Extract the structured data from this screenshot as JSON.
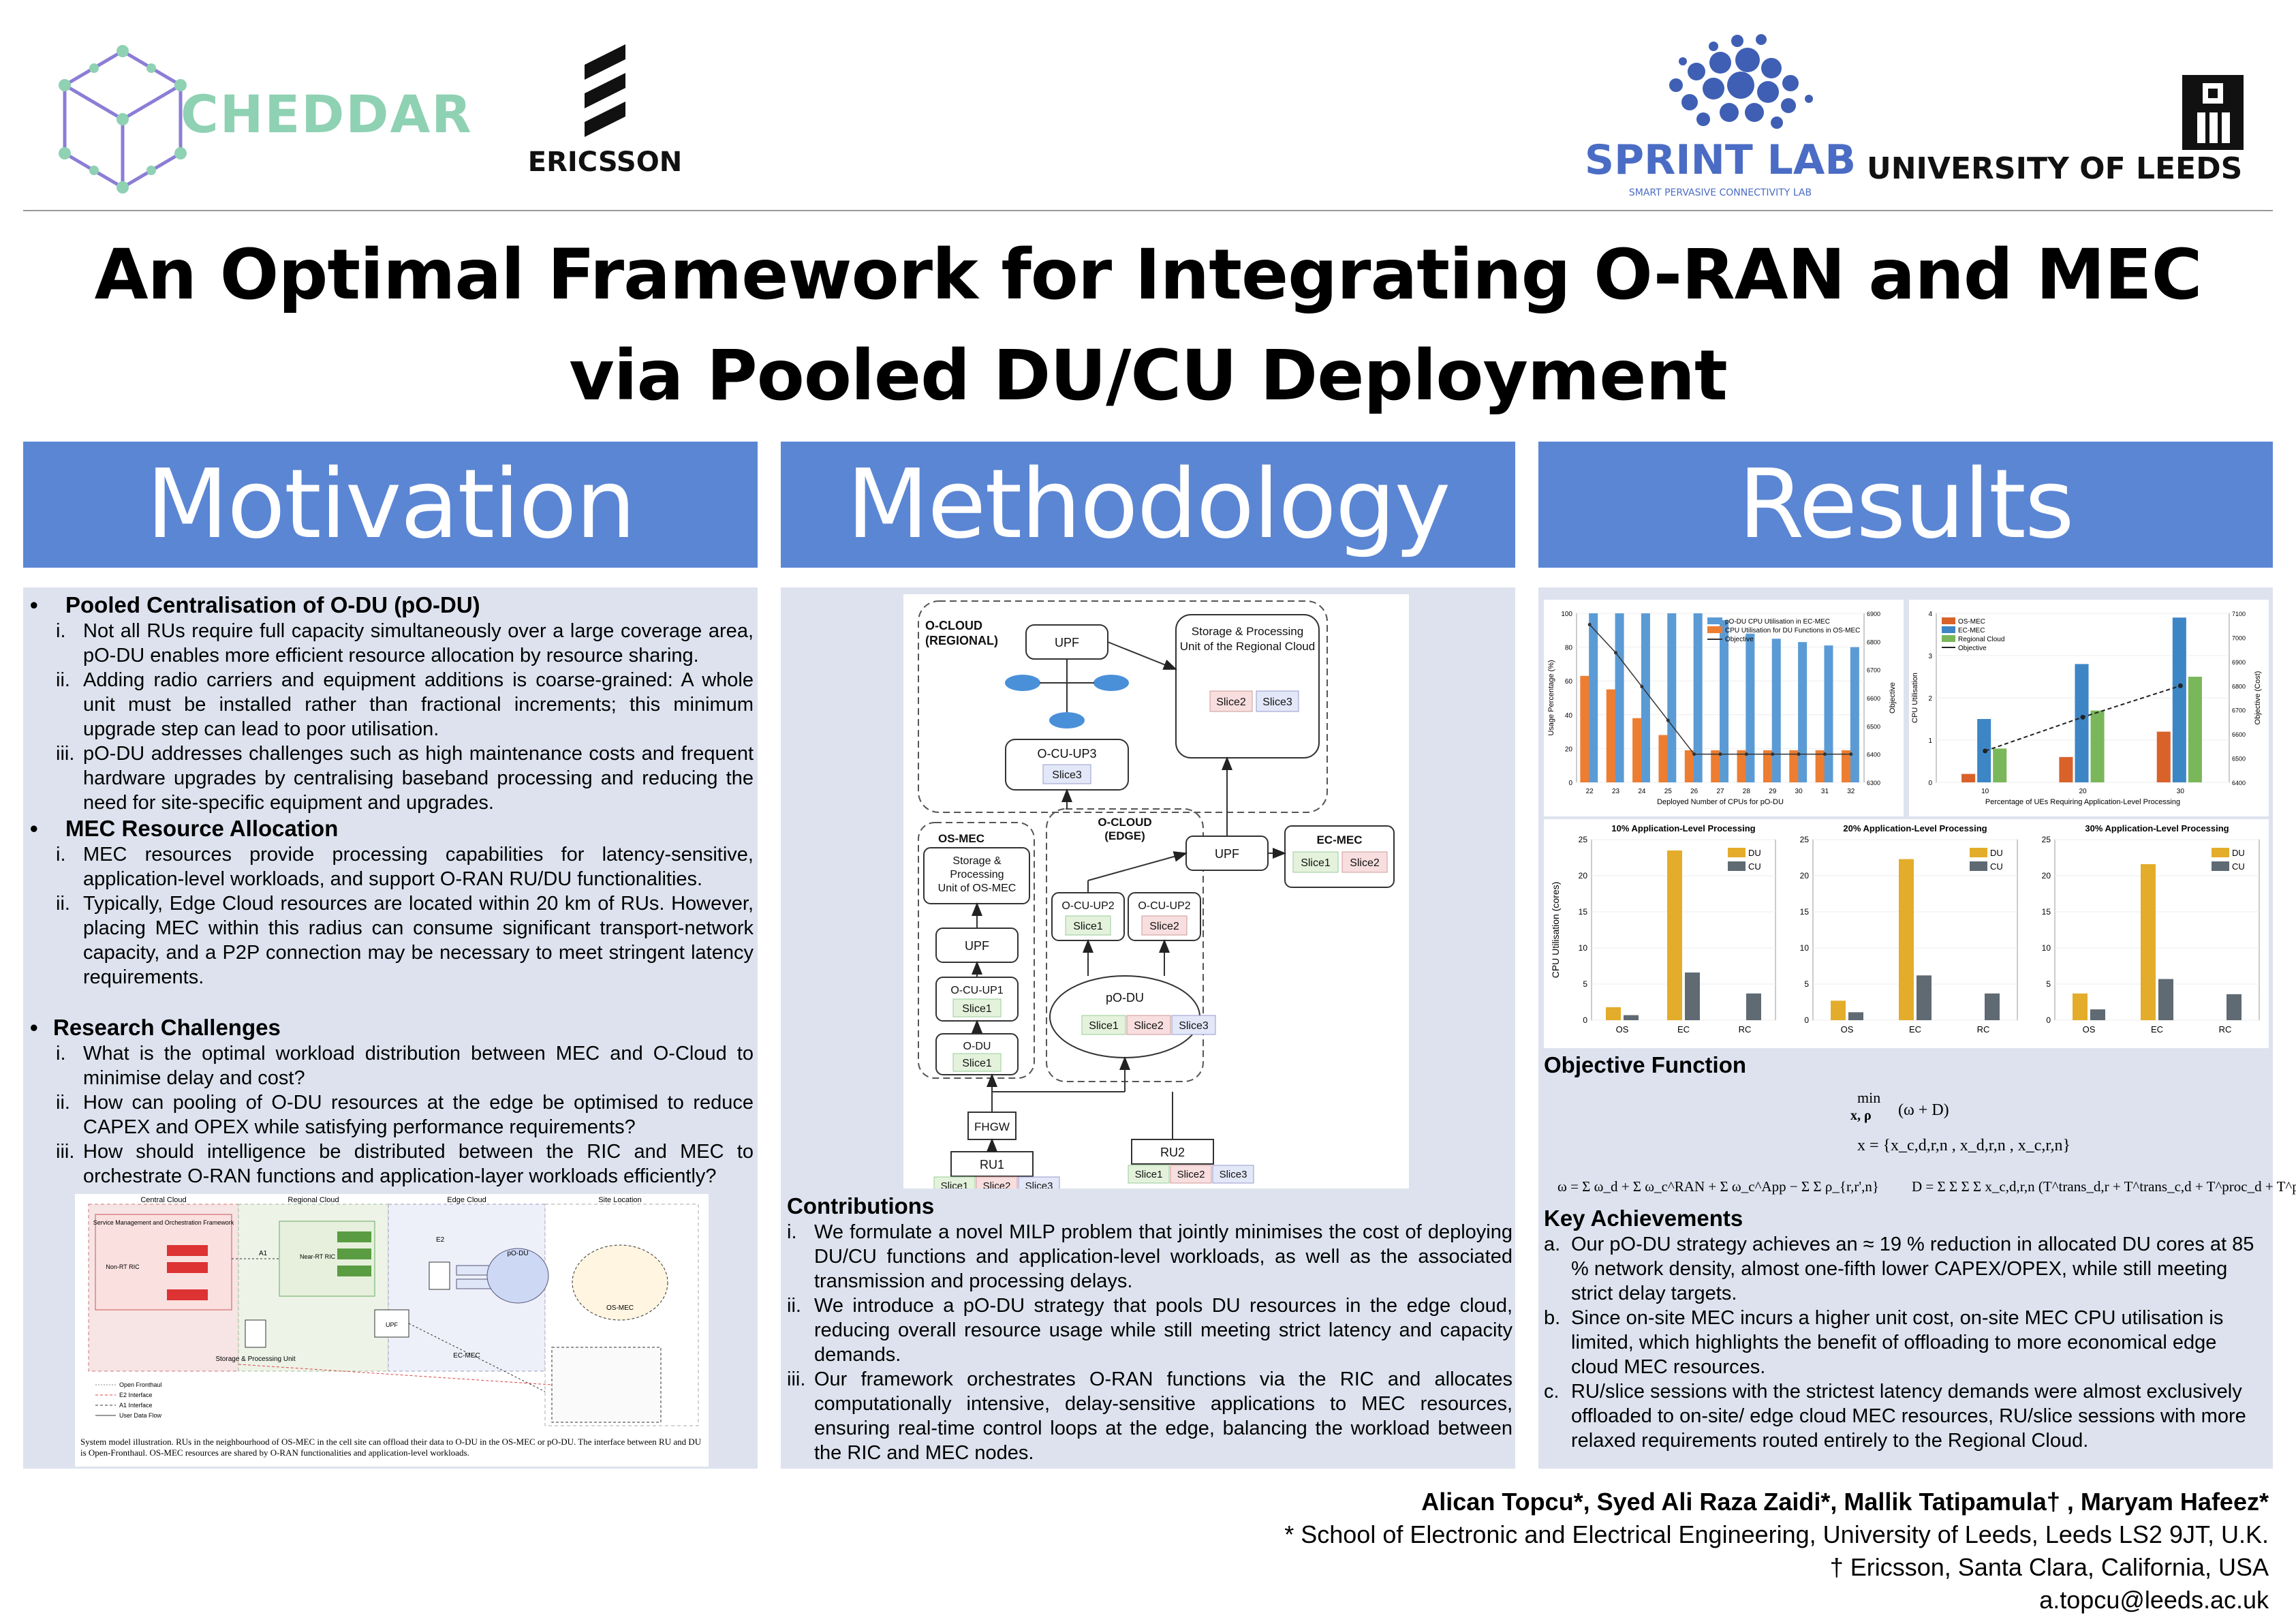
{
  "logos": {
    "cheddar": "CHEDDAR",
    "ericsson": "ERICSSON",
    "sprint": "SPRINT LAB",
    "sprint_sub": "SMART PERVASIVE CONNECTIVITY LAB",
    "leeds": "UNIVERSITY OF LEEDS"
  },
  "title": {
    "line1": "An Optimal Framework for Integrating O-RAN and MEC",
    "line2": "via Pooled DU/CU Deployment"
  },
  "sections": {
    "motivation": "Motivation",
    "methodology": "Methodology",
    "results": "Results"
  },
  "motivation": {
    "h1": "Pooled Centralisation of O-DU (pO-DU)",
    "pool_items": [
      {
        "n": "i.",
        "t": "Not all RUs require full capacity simultaneously over a large coverage area, pO-DU enables more efficient resource allocation by resource sharing."
      },
      {
        "n": "ii.",
        "t": "Adding radio carriers and equipment additions is coarse-grained: A whole unit must be installed rather than fractional increments; this minimum upgrade step can lead to poor utilisation."
      },
      {
        "n": "iii.",
        "t": "pO-DU addresses challenges such as high maintenance costs and frequent hardware upgrades by centralising baseband processing and reducing the need for site-specific equipment and upgrades."
      }
    ],
    "h2": "MEC Resource Allocation",
    "mec_items": [
      {
        "n": "i.",
        "t": "MEC resources provide processing capabilities for latency-sensitive, application-level workloads, and support O-RAN RU/DU functionalities."
      },
      {
        "n": "ii.",
        "t": "Typically, Edge Cloud resources are located within 20 km of RUs. However, placing MEC within this radius can consume significant transport-network capacity, and a P2P connection may be necessary to meet stringent latency requirements."
      }
    ],
    "h3": "Research Challenges",
    "rc_items": [
      {
        "n": "i.",
        "t": "What is the optimal workload distribution between MEC and O-Cloud to minimise delay and cost?"
      },
      {
        "n": "ii.",
        "t": "How can pooling of O-DU resources at the edge be optimised to reduce CAPEX and OPEX while satisfying performance requirements?"
      },
      {
        "n": "iii.",
        "t": "How should intelligence be distributed between the RIC and MEC to orchestrate O-RAN functions and application-layer workloads efficiently?"
      }
    ],
    "fig_caption": "System model illustration. RUs in the neighbourhood of OS-MEC in the cell site can offload their data to O-DU in the OS-MEC or pO-DU. The interface between RU and DU is Open-Fronthaul. OS-MEC resources are shared by O-RAN functionalities and application-level workloads.",
    "fig_labels": {
      "central": "Central Cloud",
      "regional": "Regional Cloud",
      "edge": "Edge Cloud",
      "site": "Site Location",
      "smo": "Service Management and Orchestration Framework",
      "nonrt": "Non-RT RIC",
      "nearrt": "Near-RT RIC",
      "a1": "A1",
      "e2": "E2",
      "upf": "UPF",
      "storage": "Storage & Processing Unit",
      "ecmec": "EC-MEC",
      "osmec": "OS-MEC",
      "podu": "pO-DU",
      "legend": [
        "Open Fronthaul",
        "E2 Interface",
        "A1 Interface",
        "User Data Flow"
      ]
    }
  },
  "methodology": {
    "diagram": {
      "ocloud_reg": "O-CLOUD\n(REGIONAL)",
      "upf": "UPF",
      "storage_reg": "Storage & Processing Unit of the Regional Cloud",
      "slice1": "Slice1",
      "slice2": "Slice2",
      "slice3": "Slice3",
      "ocu_up3": "O-CU-UP3",
      "osmec": "OS-MEC",
      "storage_os": "Storage & Processing Unit of OS-MEC",
      "ocloud_edge": "O-CLOUD\n(EDGE)",
      "ecmec": "EC-MEC",
      "ocu_up1": "O-CU-UP1",
      "ocu_up2": "O-CU-UP2",
      "odu": "O-DU",
      "podu": "pO-DU",
      "fhgw": "FHGW",
      "ru1": "RU1",
      "ru2": "RU2"
    },
    "contrib_h": "Contributions",
    "contrib": [
      {
        "n": "i.",
        "t": "We formulate a novel MILP problem that jointly minimises the cost of deploying DU/CU functions and application-level workloads, as well as the associated transmission and processing delays."
      },
      {
        "n": "ii.",
        "t": "We introduce a pO-DU strategy that pools DU resources in the edge cloud, reducing overall resource usage while still meeting strict latency and capacity demands."
      },
      {
        "n": "iii.",
        "t": "Our framework orchestrates O-RAN functions via the RIC and allocates computationally intensive, delay-sensitive applications to MEC resources, ensuring real-time control loops at the edge, balancing the workload between the RIC and MEC nodes."
      }
    ]
  },
  "results": {
    "obj_h": "Objective Function",
    "eq_min": "min",
    "eq_sub": "x, ρ",
    "eq_obj": "(ω + D)",
    "eq_x": "x = {x_c,d,r,n , x_d,r,n , x_c,r,n}",
    "eq_w": "ω = Σ ω_d + Σ ω_c^RAN + Σ ω_c^App − Σ Σ ρ_{r,r',n}",
    "eq_d": "D = Σ Σ Σ Σ x_c,d,r,n (T^trans_d,r + T^trans_c,d + T^proc_d + T^proc_c)",
    "key_h": "Key Achievements",
    "key": [
      {
        "n": "a.",
        "t": "Our pO-DU strategy achieves an ≈ 19 % reduction in allocated DU cores at 85 % network density, almost one-fifth lower CAPEX/OPEX, while still meeting strict delay targets."
      },
      {
        "n": "b.",
        "t": "Since on-site MEC incurs a higher unit cost, on-site MEC CPU utilisation is limited, which highlights the benefit of offloading to more economical edge cloud MEC resources."
      },
      {
        "n": "c.",
        "t": "RU/slice sessions with the strictest latency demands were almost exclusively offloaded to on-site/ edge cloud MEC resources, RU/slice sessions with more relaxed requirements routed entirely to the Regional Cloud."
      }
    ]
  },
  "authors": {
    "names": "Alican Topcu*, Syed Ali Raza Zaidi*, Mallik Tatipamula† , Maryam Hafeez*",
    "aff1": "* School of Electronic and Electrical Engineering, University of Leeds, Leeds LS2 9JT, U.K.",
    "aff2": "† Ericsson, Santa Clara, California, USA",
    "email": "a.topcu@leeds.ac.uk"
  },
  "chart_data": [
    {
      "type": "bar",
      "xlabel": "Deployed Number of CPUs for pO-DU",
      "ylabel": "Usage Percentage (%)",
      "y2label": "Objective",
      "categories": [
        "22",
        "23",
        "24",
        "25",
        "26",
        "27",
        "28",
        "29",
        "30",
        "31",
        "32"
      ],
      "ylim": [
        0,
        100
      ],
      "y2lim": [
        6300,
        6900
      ],
      "series": [
        {
          "name": "pO-DU CPU Utilisation in EC-MEC",
          "color": "#5b9bd5",
          "values": [
            100,
            100,
            100,
            100,
            100,
            96,
            88,
            85,
            83,
            81,
            80
          ]
        },
        {
          "name": "CPU Utilisation for DU Functions in OS-MEC",
          "color": "#ed7d31",
          "values": [
            63,
            55,
            38,
            28,
            19,
            19,
            19,
            19,
            19,
            19,
            19
          ]
        },
        {
          "name": "Objective",
          "color": "#333333",
          "type": "line",
          "values": [
            6860,
            6760,
            6640,
            6520,
            6400,
            6400,
            6400,
            6400,
            6400,
            6400,
            6400
          ]
        }
      ]
    },
    {
      "type": "bar",
      "xlabel": "Percentage of UEs Requiring Application-Level Processing",
      "ylabel": "CPU Utilisation",
      "y2label": "Objective (Cost)",
      "categories": [
        "10",
        "20",
        "30"
      ],
      "ylim": [
        0,
        4
      ],
      "y2lim": [
        6400,
        7100
      ],
      "series": [
        {
          "name": "OS-MEC",
          "color": "#d9622b",
          "values": [
            0.2,
            0.6,
            1.2
          ]
        },
        {
          "name": "EC-MEC",
          "color": "#3d86c6",
          "values": [
            1.5,
            2.8,
            3.9
          ]
        },
        {
          "name": "Regional Cloud",
          "color": "#7ab75a",
          "values": [
            0.8,
            1.7,
            2.5
          ]
        },
        {
          "name": "Objective",
          "color": "#222222",
          "type": "line",
          "values": [
            6530,
            6670,
            6800
          ]
        }
      ]
    },
    {
      "type": "bar",
      "title": "10% Application-Level Processing",
      "ylabel": "CPU Utilisation (cores)",
      "categories": [
        "OS",
        "EC",
        "RC"
      ],
      "ylim": [
        0,
        25
      ],
      "series": [
        {
          "name": "DU",
          "color": "#e3ad2b",
          "values": [
            1.8,
            23.5,
            0
          ]
        },
        {
          "name": "CU",
          "color": "#5f6a73",
          "values": [
            0.7,
            6.6,
            3.7
          ]
        }
      ]
    },
    {
      "type": "bar",
      "title": "20% Application-Level Processing",
      "categories": [
        "OS",
        "EC",
        "RC"
      ],
      "ylim": [
        0,
        25
      ],
      "series": [
        {
          "name": "DU",
          "color": "#e3ad2b",
          "values": [
            2.7,
            22.3,
            0
          ]
        },
        {
          "name": "CU",
          "color": "#5f6a73",
          "values": [
            1.1,
            6.2,
            3.7
          ]
        }
      ]
    },
    {
      "type": "bar",
      "title": "30% Application-Level Processing",
      "categories": [
        "OS",
        "EC",
        "RC"
      ],
      "ylim": [
        0,
        25
      ],
      "series": [
        {
          "name": "DU",
          "color": "#e3ad2b",
          "values": [
            3.7,
            21.6,
            0
          ]
        },
        {
          "name": "CU",
          "color": "#5f6a73",
          "values": [
            1.5,
            5.7,
            3.6
          ]
        }
      ]
    }
  ],
  "colors": {
    "banner": "#5b86d4",
    "panel": "#dde2ee",
    "cheddar": "#8fd1b3",
    "sprint": "#3f5fb4"
  }
}
